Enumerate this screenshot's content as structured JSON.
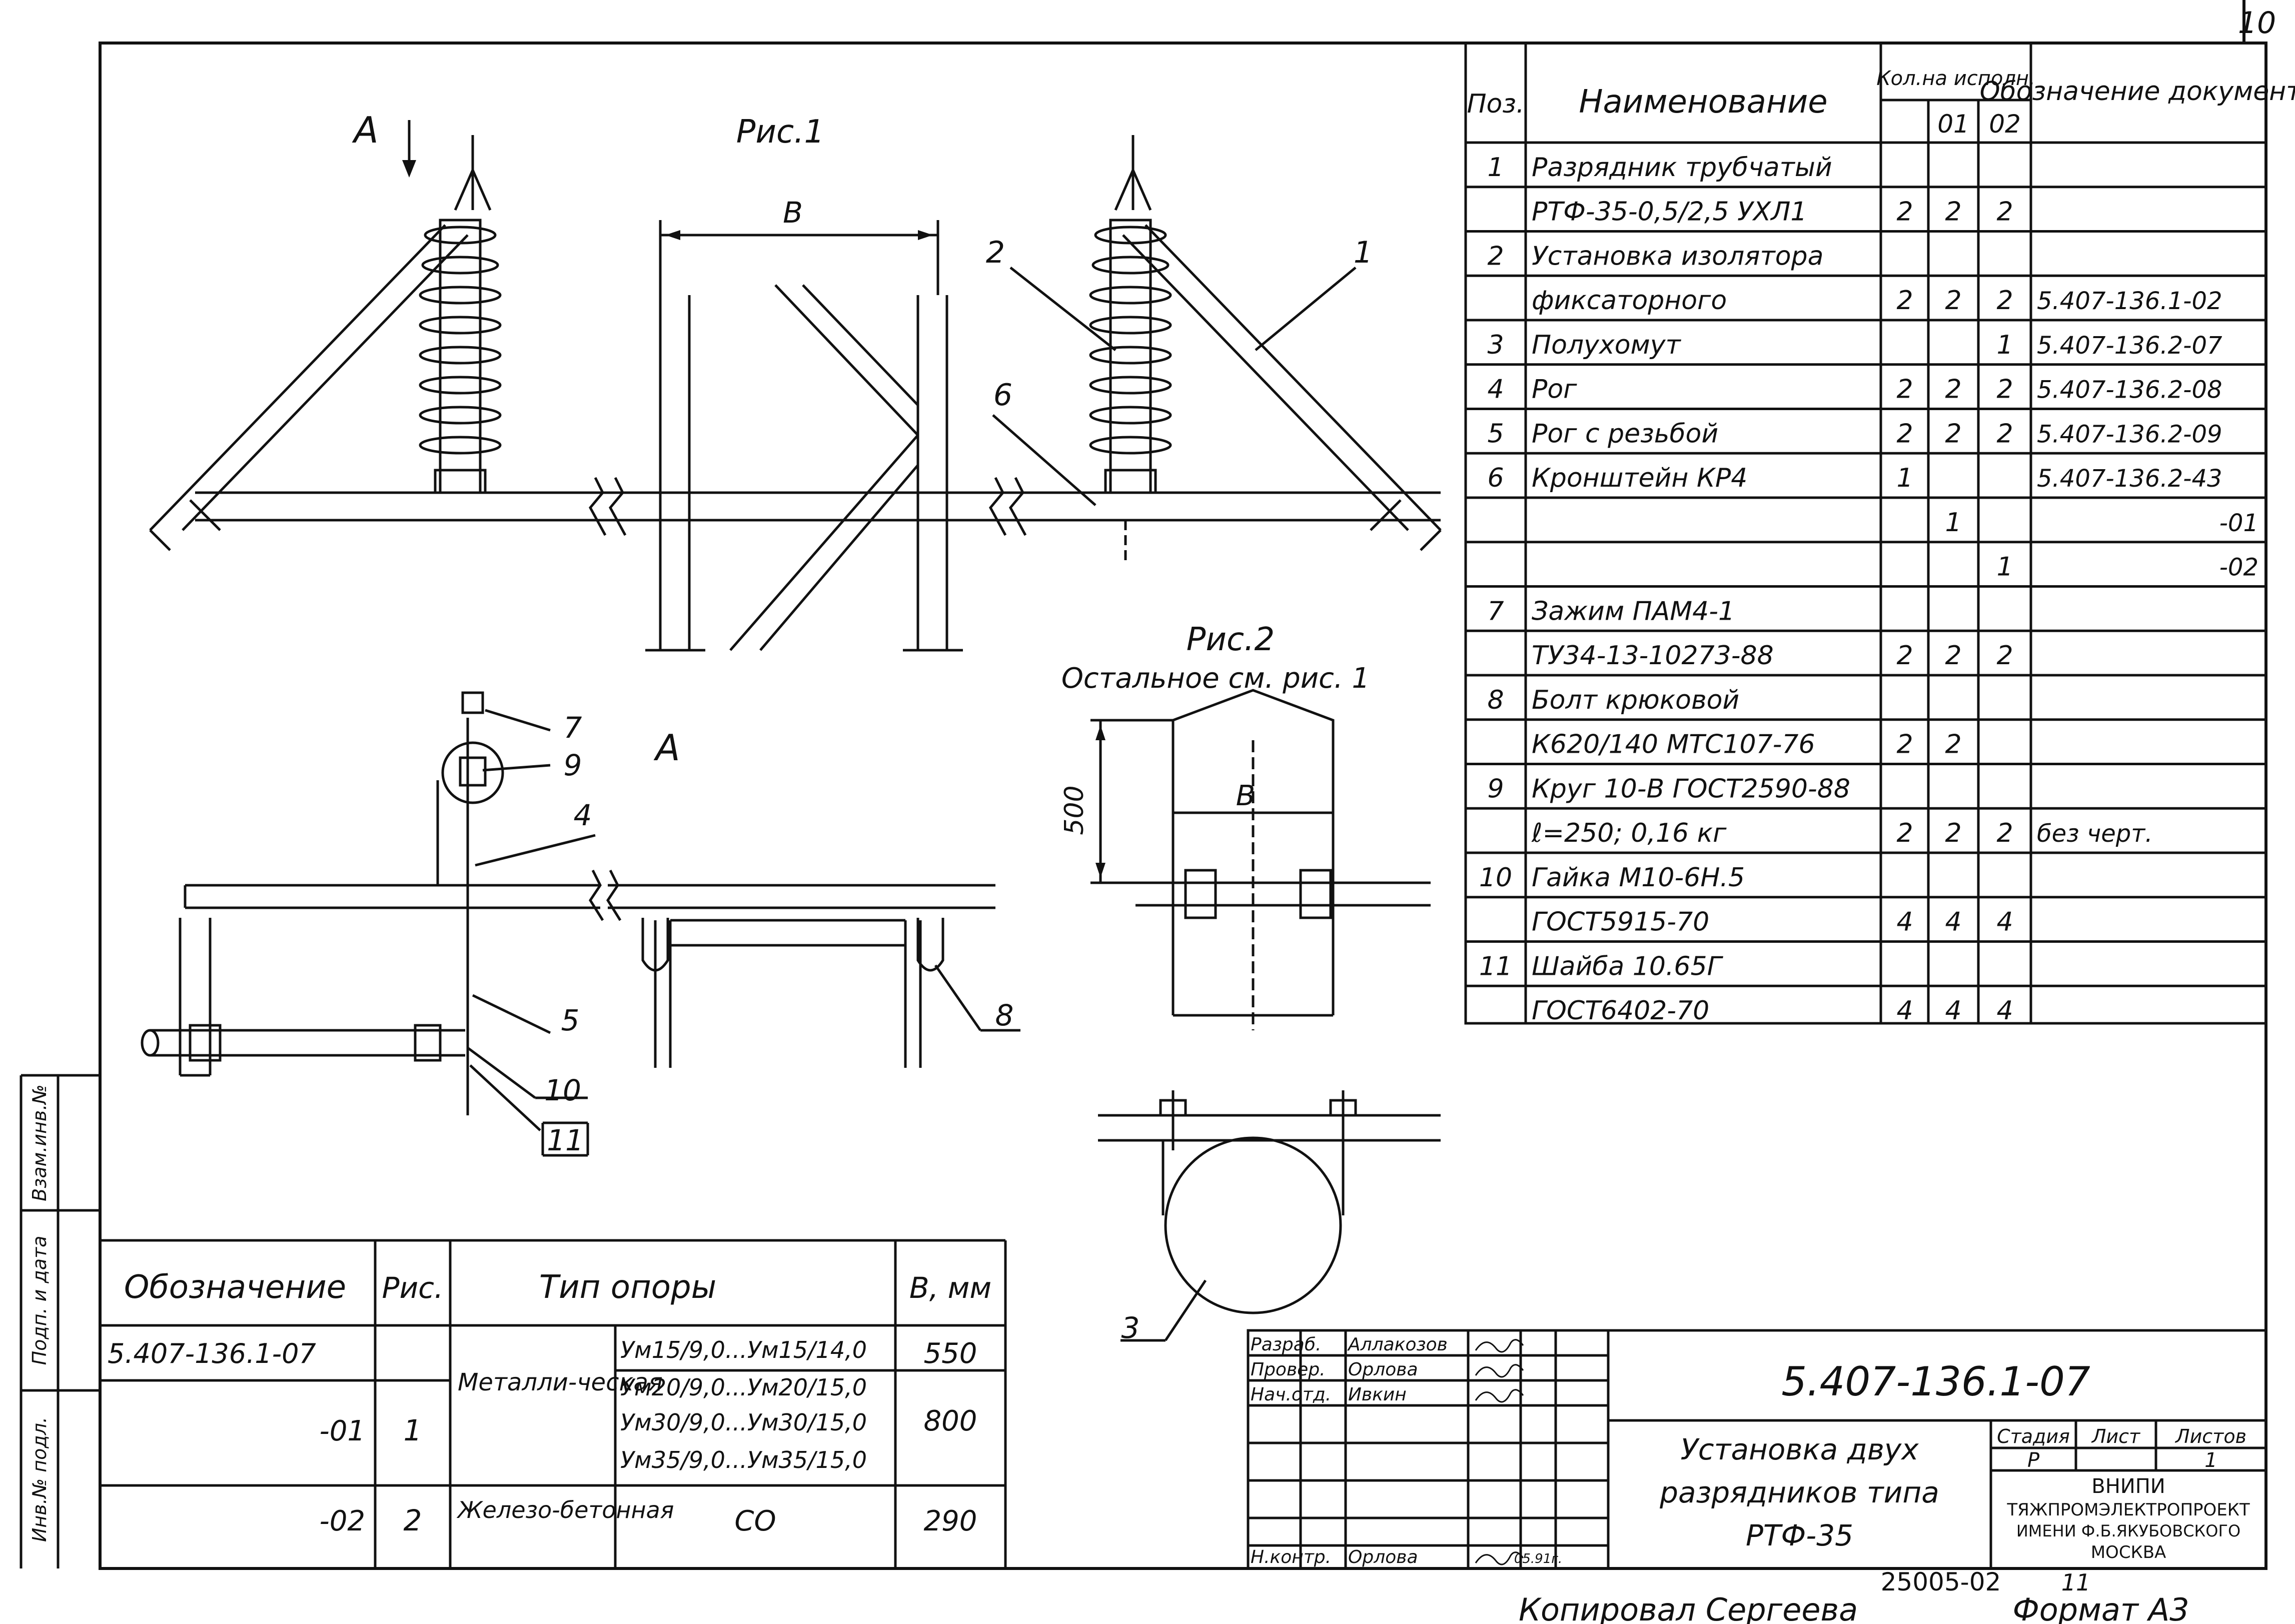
{
  "sheet": {
    "page_number": "10",
    "figure_labels": {
      "fig1": "Рис.1",
      "fig2": "Рис.2",
      "fig2_note": "Остальное см. рис. 1",
      "view_arrow": "А",
      "view_title": "А"
    },
    "dimensions": {
      "b_fig1": "В",
      "b_fig2": "В",
      "d500": "500"
    },
    "callouts": {
      "c1": "1",
      "c2": "2",
      "c3": "3",
      "c4": "4",
      "c5": "5",
      "c6": "6",
      "c7": "7",
      "c8": "8",
      "c9": "9",
      "c10": "10",
      "c11": "11"
    }
  },
  "spec_table": {
    "headers": {
      "pos": "Поз.",
      "name": "Наименование",
      "qty": "Кол.на исполн.",
      "doc": "Обозначение документа",
      "variant_01": "01",
      "variant_02": "02"
    },
    "rows": [
      {
        "pos": "1",
        "name": "Разрядник трубчатый",
        "q0": "",
        "q1": "",
        "q2": "",
        "doc": ""
      },
      {
        "pos": "",
        "name": "РТФ-35-0,5/2,5 УХЛ1",
        "q0": "2",
        "q1": "2",
        "q2": "2",
        "doc": ""
      },
      {
        "pos": "2",
        "name": "Установка изолятора",
        "q0": "",
        "q1": "",
        "q2": "",
        "doc": ""
      },
      {
        "pos": "",
        "name": "фиксаторного",
        "q0": "2",
        "q1": "2",
        "q2": "2",
        "doc": "5.407-136.1-02"
      },
      {
        "pos": "3",
        "name": "Полухомут",
        "q0": "",
        "q1": "",
        "q2": "1",
        "doc": "5.407-136.2-07"
      },
      {
        "pos": "4",
        "name": "Рог",
        "q0": "2",
        "q1": "2",
        "q2": "2",
        "doc": "5.407-136.2-08"
      },
      {
        "pos": "5",
        "name": "Рог с резьбой",
        "q0": "2",
        "q1": "2",
        "q2": "2",
        "doc": "5.407-136.2-09"
      },
      {
        "pos": "6",
        "name": "Кронштейн КР4",
        "q0": "1",
        "q1": "",
        "q2": "",
        "doc": "5.407-136.2-43"
      },
      {
        "pos": "",
        "name": "",
        "q0": "",
        "q1": "1",
        "q2": "",
        "doc": "-01"
      },
      {
        "pos": "",
        "name": "",
        "q0": "",
        "q1": "",
        "q2": "1",
        "doc": "-02"
      },
      {
        "pos": "7",
        "name": "Зажим ПАМ4-1",
        "q0": "",
        "q1": "",
        "q2": "",
        "doc": ""
      },
      {
        "pos": "",
        "name": "ТУ34-13-10273-88",
        "q0": "2",
        "q1": "2",
        "q2": "2",
        "doc": ""
      },
      {
        "pos": "8",
        "name": "Болт крюковой",
        "q0": "",
        "q1": "",
        "q2": "",
        "doc": ""
      },
      {
        "pos": "",
        "name": "К620/140 МТС107-76",
        "q0": "2",
        "q1": "2",
        "q2": "",
        "doc": ""
      },
      {
        "pos": "9",
        "name": "Круг 10-В ГОСТ2590-88",
        "q0": "",
        "q1": "",
        "q2": "",
        "doc": ""
      },
      {
        "pos": "",
        "name": "ℓ=250; 0,16 кг",
        "q0": "2",
        "q1": "2",
        "q2": "2",
        "doc": "без черт."
      },
      {
        "pos": "10",
        "name": "Гайка М10-6Н.5",
        "q0": "",
        "q1": "",
        "q2": "",
        "doc": ""
      },
      {
        "pos": "",
        "name": "ГОСТ5915-70",
        "q0": "4",
        "q1": "4",
        "q2": "4",
        "doc": ""
      },
      {
        "pos": "11",
        "name": "Шайба 10.65Г",
        "q0": "",
        "q1": "",
        "q2": "",
        "doc": ""
      },
      {
        "pos": "",
        "name": "ГОСТ6402-70",
        "q0": "4",
        "q1": "4",
        "q2": "4",
        "doc": ""
      }
    ]
  },
  "variant_table": {
    "headers": {
      "designation": "Обозначение",
      "fig": "Рис.",
      "support_type": "Тип опоры",
      "b": "В, мм"
    },
    "rows": [
      {
        "designation": "5.407-136.1-07",
        "fig": "",
        "material": "",
        "types": [
          "Ум15/9,0...Ум15/14,0"
        ],
        "b": "550"
      },
      {
        "designation": "-01",
        "fig": "1",
        "material": "Металли-ческая",
        "types": [
          "Ум20/9,0...Ум20/15,0",
          "Ум30/9,0...Ум30/15,0",
          "Ум35/9,0...Ум35/15,0"
        ],
        "b": "800"
      },
      {
        "designation": "-02",
        "fig": "2",
        "material": "Железо-бетонная",
        "types": [
          "СО"
        ],
        "b": "290"
      }
    ]
  },
  "side_stamp": {
    "f1": "Взам.инв.№",
    "f2": "Подп. и дата",
    "f3": "Инв.№ подл."
  },
  "title_block": {
    "roles": [
      {
        "role": "Разраб.",
        "name": "Аллакозов"
      },
      {
        "role": "Провер.",
        "name": "Орлова"
      },
      {
        "role": "Нач.отд.",
        "name": "Ивкин"
      },
      {
        "role": "",
        "name": ""
      },
      {
        "role": "",
        "name": ""
      },
      {
        "role": "",
        "name": ""
      },
      {
        "role": "Н.контр.",
        "name": "Орлова"
      }
    ],
    "date": "05.91г.",
    "doc_number": "5.407-136.1-07",
    "title": "Установка двух разрядников типа РТФ-35",
    "stage_label": "Стадия",
    "sheet_label": "Лист",
    "sheets_label": "Листов",
    "stage": "Р",
    "sheets": "1",
    "org_line1": "ВНИПИ",
    "org_line2": "ТЯЖПРОМЭЛЕКТРОПРОЕКТ",
    "org_line3": "ИМЕНИ Ф.Б.ЯКУБОВСКОГО",
    "org_line4": "МОСКВА"
  },
  "footer": {
    "order_number": "25005-02",
    "sheet_index": "11",
    "copied_by": "Копировал Сергеева",
    "format": "Формат А3"
  }
}
